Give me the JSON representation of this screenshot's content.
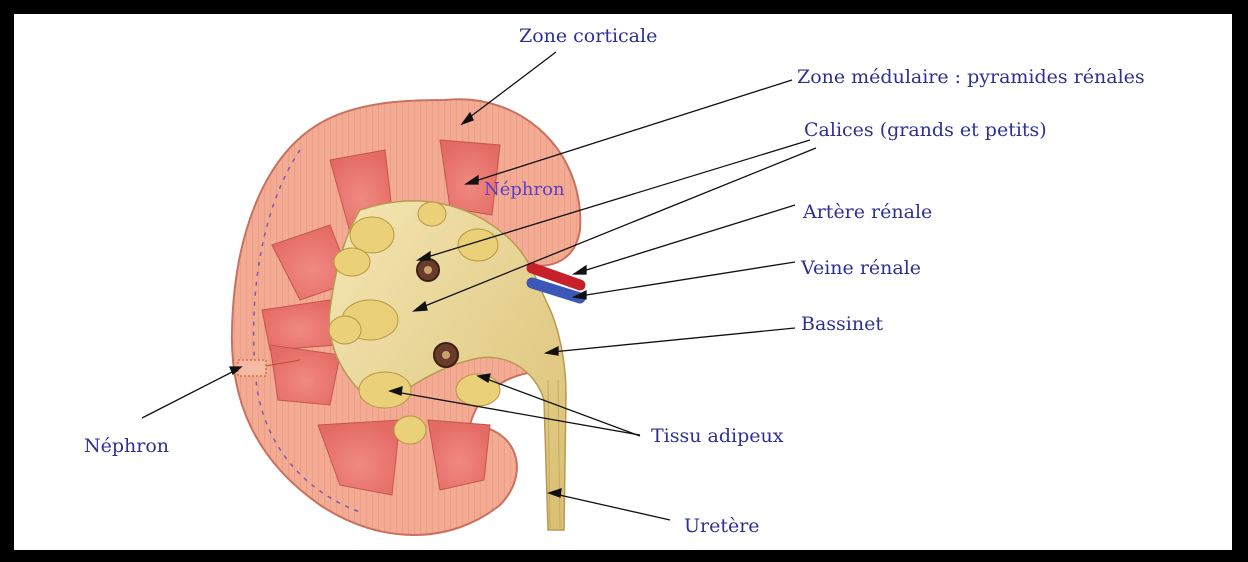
{
  "colors": {
    "label": "#2e3192",
    "cortex": "#f2a58c",
    "pyramid": "#e8746e",
    "pelvis": "#eedb9a",
    "fat": "#e9cf72",
    "artery": "#c8202b",
    "vein": "#3b58b8",
    "leader": "#111111"
  },
  "labels": {
    "zone_corticale": "Zone corticale",
    "zone_medulaire": "Zone médulaire : pyramides rénales",
    "calices": "Calices (grands et petits)",
    "artere_renale": "Artère rénale",
    "veine_renale": "Veine rénale",
    "bassinet": "Bassinet",
    "nephron_left": "Néphron",
    "nephron_inner": "Néphron",
    "tissu_adipeux": "Tissu adipeux",
    "uretere": "Uretère"
  }
}
